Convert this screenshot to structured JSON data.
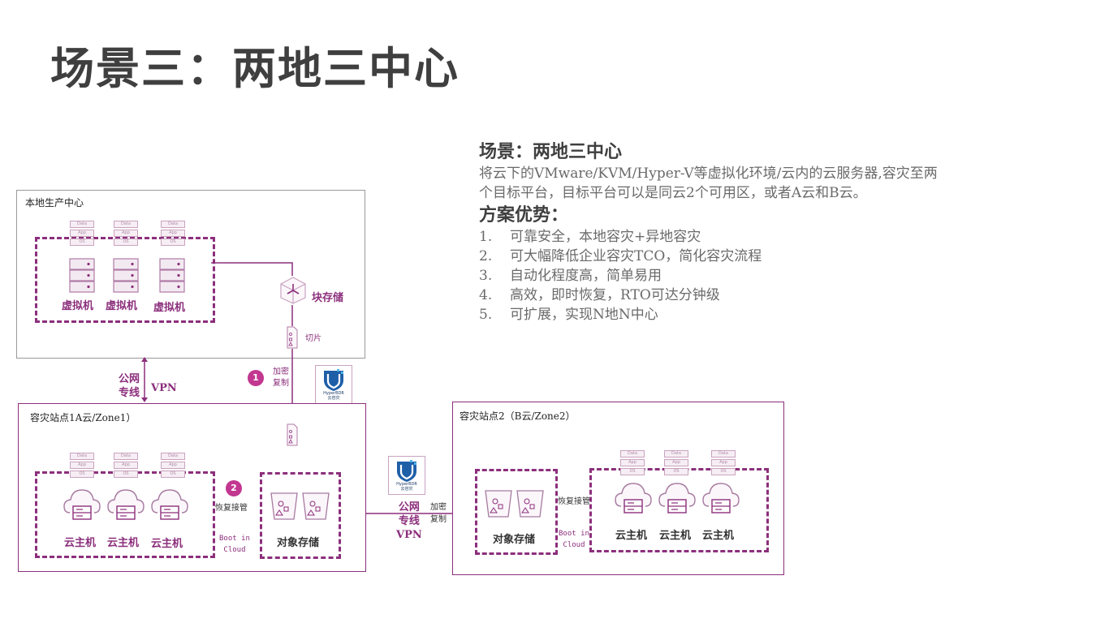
{
  "title": "场景三：两地三中心",
  "description": {
    "heading": "场景：两地三中心",
    "text": "将云下的VMware/KVM/Hyper-V等虚拟化环境/云内的云服务器,容灾至两个目标平台，目标平台可以是同云2个可用区，或者A云和B云。",
    "advantages_heading": "方案优势：",
    "advantages": [
      {
        "num": "1.",
        "text": "可靠安全，本地容灾+异地容灾"
      },
      {
        "num": "2.",
        "text": "可大幅降低企业容灾TCO，简化容灾流程"
      },
      {
        "num": "3.",
        "text": "自动化程度高，简单易用"
      },
      {
        "num": "4.",
        "text": "高效，即时恢复，RTO可达分钟级"
      },
      {
        "num": "5.",
        "text": "可扩展，实现N地N中心"
      }
    ]
  },
  "diagram": {
    "local_center": {
      "title": "本地生产中心",
      "vm_label": "虚拟机",
      "stack_layers": [
        "Data",
        "App",
        "OS"
      ],
      "block_storage": "块存储",
      "slice": "切片"
    },
    "link1": {
      "line1": "公网",
      "line2": "专线",
      "vpn": "VPN",
      "badge": "1",
      "encrypt1": "加密",
      "encrypt2": "复制",
      "hyperbdr_top": "HyperBDR",
      "hyperbdr_bottom": "云容灾"
    },
    "site_a": {
      "title": "容灾站点1A云/Zone1）",
      "cloud_host": "云主机",
      "object_storage": "对象存储",
      "badge": "2",
      "recover": "恢复接管",
      "boot1": "Boot in",
      "boot2": "Cloud"
    },
    "link2": {
      "line1": "公网",
      "line2": "专线",
      "vpn": "VPN",
      "encrypt1": "加密",
      "encrypt2": "复制",
      "hyperbdr_top": "HyperBDR",
      "hyperbdr_bottom": "云容灾"
    },
    "site_b": {
      "title": "容灾站点2（B云/Zone2）",
      "cloud_host": "云主机",
      "object_storage": "对象存储",
      "recover": "恢复接管",
      "boot1": "Boot in",
      "boot2": "Cloud"
    }
  },
  "colors": {
    "accent": "#8c2f7c",
    "badge": "#c2378f",
    "title": "#3f3f3f",
    "text": "#6a6a6a"
  }
}
